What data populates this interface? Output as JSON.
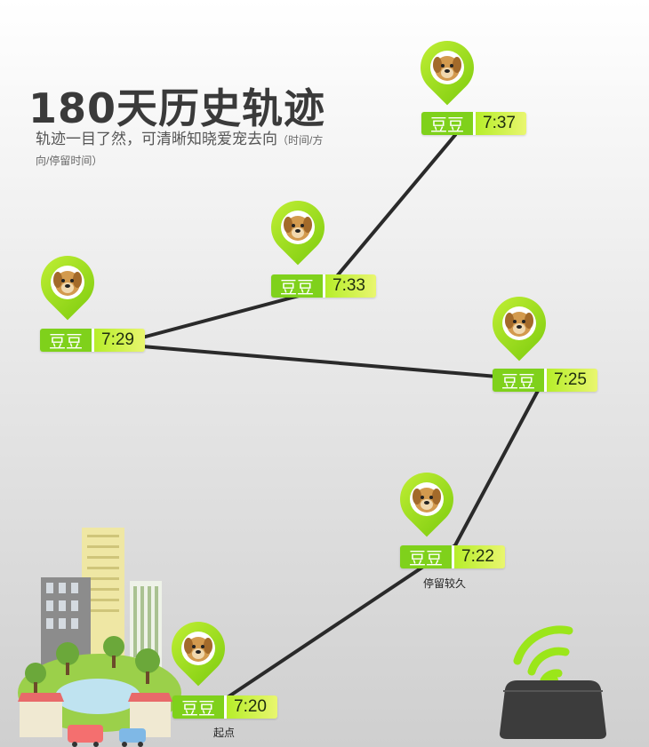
{
  "header": {
    "title": "180天历史轨迹",
    "subtitle_main": "轨迹一目了然，可清晰知晓爱宠去向",
    "subtitle_note": "（时间/方向/停留时间）"
  },
  "markers": [
    {
      "name": "豆豆",
      "time": "7:37"
    },
    {
      "name": "豆豆",
      "time": "7:33"
    },
    {
      "name": "豆豆",
      "time": "7:29"
    },
    {
      "name": "豆豆",
      "time": "7:25"
    },
    {
      "name": "豆豆",
      "time": "7:22",
      "note": "停留较久"
    },
    {
      "name": "豆豆",
      "time": "7:20",
      "note": "起点"
    }
  ],
  "icons": {
    "marker_pin": "location-pin-icon",
    "pet_avatar": "dog-avatar-icon",
    "city": "city-illustration",
    "device": "wifi-router-icon"
  },
  "colors": {
    "accent_green": "#8bd316",
    "route_line": "#2a2a2a",
    "wifi_green": "#9be61a"
  }
}
